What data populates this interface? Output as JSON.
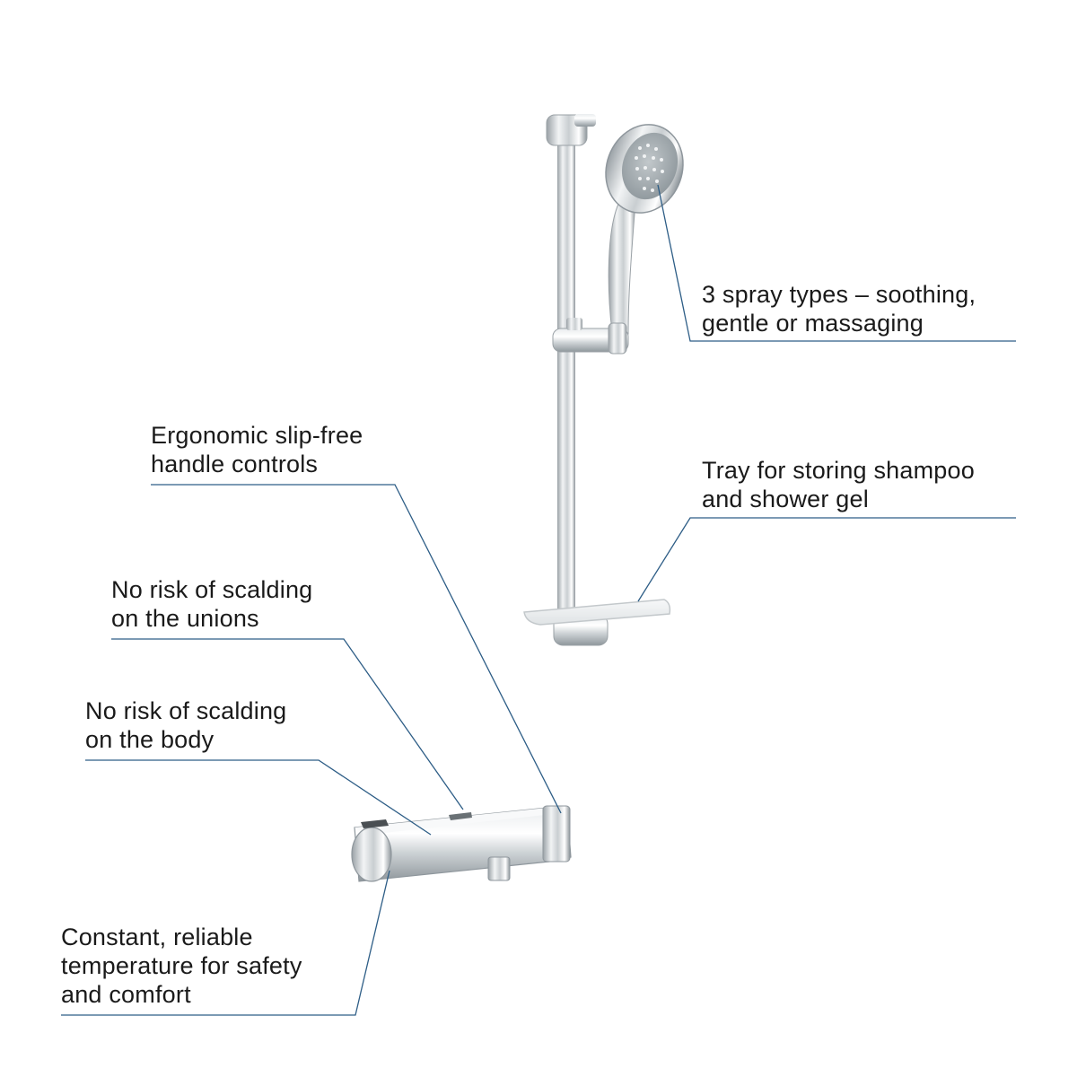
{
  "callouts": {
    "spray": {
      "line1": "3 spray types – soothing,",
      "line2": "gentle or massaging"
    },
    "tray": {
      "line1": "Tray for storing shampoo",
      "line2": "and shower gel"
    },
    "handle": {
      "line1": "Ergonomic slip-free",
      "line2": "handle controls"
    },
    "unions": {
      "line1": "No risk of scalding",
      "line2": "on the unions"
    },
    "body": {
      "line1": "No risk of scalding",
      "line2": "on the body"
    },
    "temperature": {
      "line1": "Constant, reliable",
      "line2": "temperature for safety",
      "line3": "and comfort"
    }
  },
  "colors": {
    "leader_line": "#2d5d86",
    "text": "#1a1a1a",
    "chrome_dark": "#8e969c",
    "chrome_light": "#f4f6f7"
  }
}
